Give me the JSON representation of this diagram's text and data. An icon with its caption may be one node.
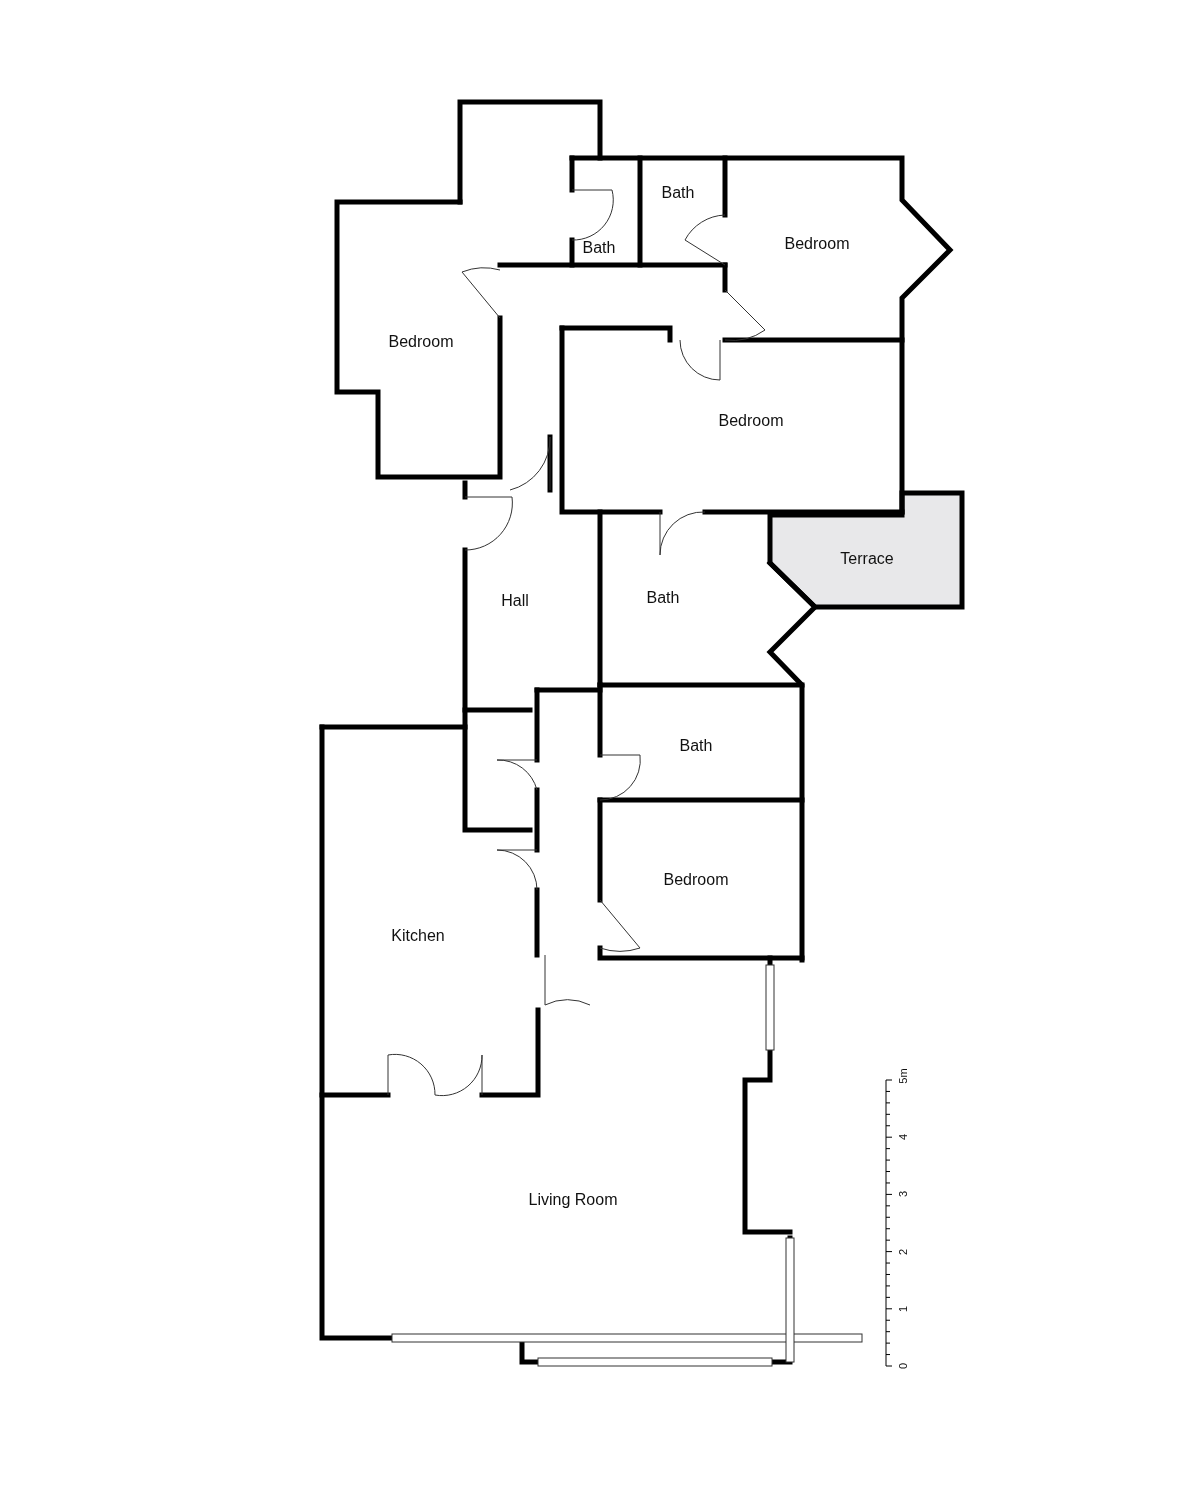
{
  "diagram": {
    "nodes": [
      {
        "text": [
          "Bedroom"
        ]
      },
      {
        "text": [
          "Bath"
        ]
      },
      {
        "text": [
          "Bath"
        ]
      },
      {
        "text": [
          "Bedroom"
        ]
      },
      {
        "text": [
          "Bedroom"
        ]
      },
      {
        "text": [
          "Terrace"
        ]
      },
      {
        "text": [
          "Hall"
        ]
      },
      {
        "text": [
          "Bath"
        ]
      },
      {
        "text": [
          "Bath"
        ]
      },
      {
        "text": [
          "Bedroom"
        ]
      },
      {
        "text": [
          "Kitchen"
        ]
      },
      {
        "text": [
          "Living Room"
        ]
      }
    ],
    "labels": [
      "0",
      "1",
      "2",
      "3",
      "4",
      "5m"
    ]
  }
}
